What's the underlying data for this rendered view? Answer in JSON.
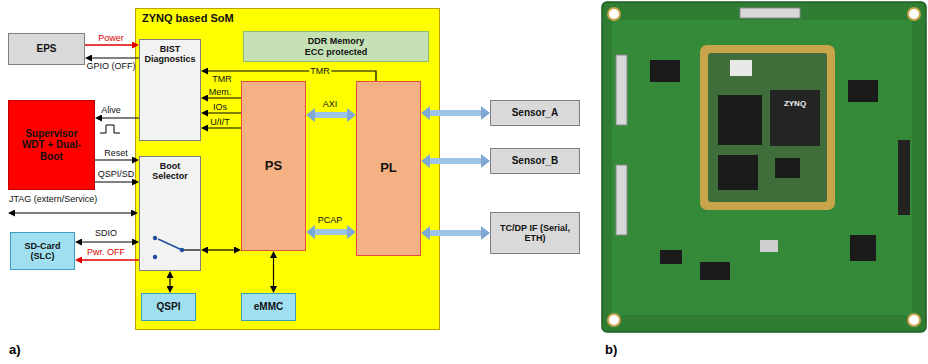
{
  "diagram": {
    "nodes": [
      {
        "text": [
          "EPS"
        ]
      },
      {
        "text": [
          "Supervisor WDT + Dual-Boot"
        ]
      },
      {
        "text": [
          "ZYNQ based SoM"
        ]
      },
      {
        "text": [
          "BIST Diagnostics"
        ],
        "in": 2
      },
      {
        "text": [
          "DDR Memory ECC protected"
        ],
        "in": 2
      },
      {
        "text": [
          "PS"
        ],
        "in": 2
      },
      {
        "text": [
          "PL"
        ],
        "in": 2
      },
      {
        "text": [
          "Boot Selector"
        ],
        "in": 2
      },
      {
        "text": [
          "QSPI"
        ],
        "in": 2
      },
      {
        "text": [
          "eMMC"
        ],
        "in": 2
      },
      {
        "text": [
          "SD-Card (SLC)"
        ]
      },
      {
        "text": [
          "Sensor_A"
        ]
      },
      {
        "text": [
          "Sensor_B"
        ]
      },
      {
        "text": [
          "TC/DP IF (Serial, ETH)"
        ]
      }
    ],
    "edges": [
      {
        "from": 0,
        "to": 3,
        "label": "Power",
        "arrow": "to"
      },
      {
        "from": 3,
        "to": 0,
        "label": "GPIO (OFF)",
        "arrow": "to"
      },
      {
        "from": 3,
        "to": 1,
        "label": "Alive",
        "arrow": "to"
      },
      {
        "from": 1,
        "to": 7,
        "label": "Reset",
        "arrow": "to"
      },
      {
        "from": 1,
        "to": 7,
        "label": "QSPI/SD",
        "arrow": "to"
      },
      {
        "from": 6,
        "to": 3,
        "label": "TMR",
        "arrow": "to"
      },
      {
        "from": 5,
        "to": 3,
        "label": "Mem.",
        "arrow": "to"
      },
      {
        "from": 5,
        "to": 3,
        "label": "IOs",
        "arrow": "to"
      },
      {
        "from": 5,
        "to": 3,
        "label": "U/I/T",
        "arrow": "to"
      },
      {
        "from": 5,
        "to": 6,
        "label": "AXI",
        "arrow": "both"
      },
      {
        "from": 5,
        "to": 6,
        "label": "PCAP",
        "arrow": "both"
      },
      {
        "from": 10,
        "to": 7,
        "label": "SDIO",
        "arrow": "both"
      },
      {
        "from": 7,
        "to": 10,
        "label": "Pwr. OFF",
        "arrow": "to"
      },
      {
        "from": 7,
        "to": 5,
        "arrow": "both"
      },
      {
        "from": 7,
        "to": 8,
        "arrow": "both"
      },
      {
        "from": 5,
        "to": 9,
        "arrow": "both"
      },
      {
        "from": 6,
        "to": 11,
        "arrow": "both"
      },
      {
        "from": 6,
        "to": 12,
        "arrow": "both"
      },
      {
        "from": 6,
        "to": 13,
        "arrow": "both"
      }
    ],
    "labels": [
      "TMR",
      "JTAG (extern/Service)",
      "ZYNQ",
      "a)",
      "b)"
    ]
  }
}
